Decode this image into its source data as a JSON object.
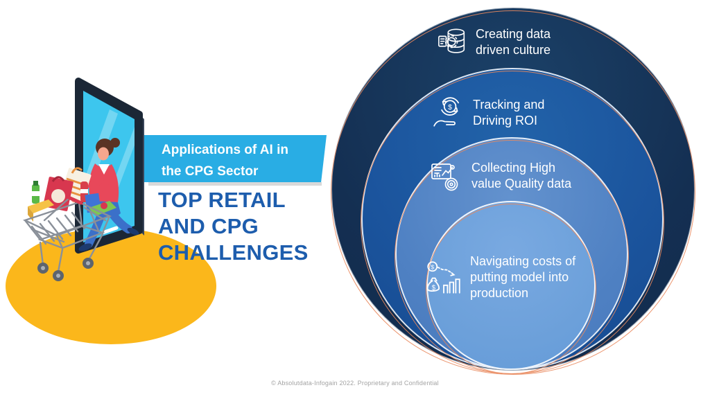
{
  "banner": {
    "line1": "Applications of AI in",
    "line2": "the CPG Sector",
    "bg_color": "#29ADE4",
    "text_color": "#FFFFFF"
  },
  "headline": {
    "lines": [
      "TOP RETAIL",
      "AND CPG",
      "CHALLENGES"
    ],
    "color": "#1D5DAD"
  },
  "diagram": {
    "type": "nested-circles",
    "text_color": "#FFFFFF",
    "accent_rim_color": "#E98A5E",
    "rings": [
      {
        "label": "Creating data driven culture",
        "lines": [
          "Creating data",
          "driven culture"
        ],
        "icon": "data-culture-icon",
        "fill": "#142F52"
      },
      {
        "label": "Tracking and Driving ROI",
        "lines": [
          "Tracking and",
          "Driving ROI"
        ],
        "icon": "roi-tracking-icon",
        "fill": "#1B549D"
      },
      {
        "label": "Collecting High value Quality data",
        "lines": [
          "Collecting High",
          "value Quality data"
        ],
        "icon": "quality-data-icon",
        "fill": "#4F81C3"
      },
      {
        "label": "Navigating costs of putting model into production",
        "lines": [
          "Navigating costs of",
          "putting model into",
          "production"
        ],
        "icon": "production-cost-icon",
        "fill": "#6CA0DA"
      }
    ]
  },
  "illustration": {
    "description": "Woman pushing a full shopping cart stepping out of a smartphone screen onto a yellow oval",
    "colors": {
      "ground_oval": "#FBB71B",
      "phone_frame": "#1B2736",
      "phone_screen": "#3DC6EE",
      "jacket": "#E8485A",
      "jeans": "#3B70C9",
      "cart": "#8A9099"
    }
  },
  "footer": {
    "text": "© Absolutdata-Infogain 2022. Proprietary and Confidential"
  }
}
